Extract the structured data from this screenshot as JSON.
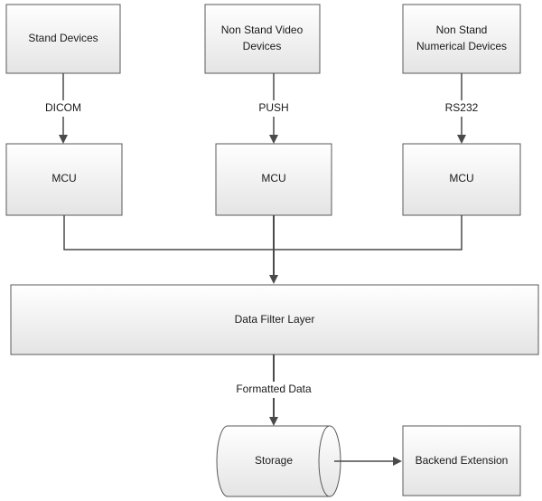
{
  "nodes": {
    "stand_devices": {
      "label": "Stand Devices"
    },
    "non_stand_video": {
      "label_line1": "Non Stand Video",
      "label_line2": "Devices"
    },
    "non_stand_numerical": {
      "label_line1": "Non Stand",
      "label_line2": "Numerical Devices"
    },
    "mcu_left": {
      "label": "MCU"
    },
    "mcu_center": {
      "label": "MCU"
    },
    "mcu_right": {
      "label": "MCU"
    },
    "data_filter_layer": {
      "label": "Data Filter Layer"
    },
    "storage": {
      "label": "Storage"
    },
    "backend_extension": {
      "label": "Backend Extension"
    }
  },
  "edges": {
    "dicom": {
      "label": "DICOM"
    },
    "push": {
      "label": "PUSH"
    },
    "rs232": {
      "label": "RS232"
    },
    "formatted_data": {
      "label": "Formatted Data"
    }
  },
  "colors": {
    "box_fill_top": "#ffffff",
    "box_fill_bottom": "#e4e4e4",
    "stroke": "#5a5a5a",
    "connector": "#4a4a4a"
  }
}
